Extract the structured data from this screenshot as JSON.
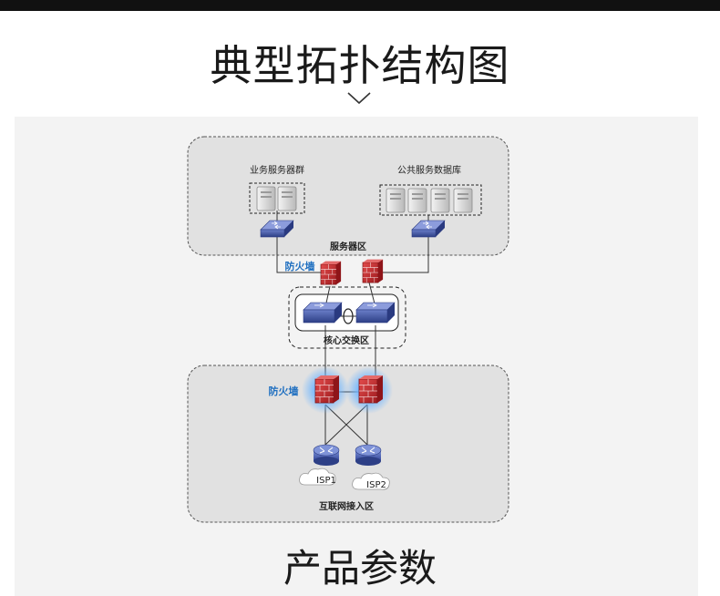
{
  "page": {
    "title": "典型拓扑结构图",
    "bottom_title": "产品参数"
  },
  "diagram": {
    "server_group_label": "业务服务器群",
    "database_label": "公共服务数据库",
    "server_zone_label": "服务器区",
    "firewall_label_top": "防火墙",
    "core_zone_label": "核心交换区",
    "firewall_label_bottom": "防火墙",
    "isp1": "ISP1",
    "isp2": "ISP2",
    "internet_zone_label": "互联网接入区"
  },
  "colors": {
    "zone_fill": "#e1e1e1",
    "firewall_red": "#c0272d",
    "switch_blue": "#3b4f9c",
    "label_blue": "#1f6fc0"
  }
}
